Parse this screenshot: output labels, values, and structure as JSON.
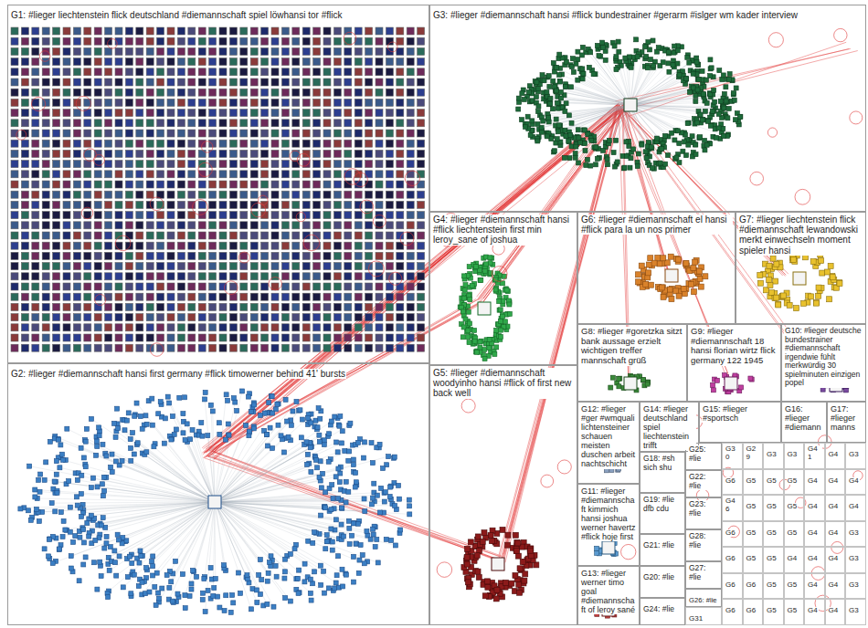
{
  "diagram": {
    "nodes": [
      {
        "text": [
          "G1: #lieger liechtenstein flick deutschland #diemannschaft spiel löwhansi tor #flick"
        ]
      },
      {
        "text": [
          "G2: #lieger #diemannschaft hansi first germany #flick timowerner behind 41' bursts"
        ]
      },
      {
        "text": [
          "G3: #lieger #diemannschaft hansi #flick bundestrainer #gerarm #islger wm kader interview"
        ]
      },
      {
        "text": [
          "G4: #lieger #diemannschaft hansi #flick liechtenstein first min leroy_sane of joshua"
        ]
      },
      {
        "text": [
          "G5: #lieger #diemannschaft woodyinho hansi #flick of first new back well"
        ]
      },
      {
        "text": [
          "G6: #lieger #diemannschaft el hansi #flick para la un nos primer"
        ]
      },
      {
        "text": [
          "G7: #lieger liechtenstein flick #diemannschaft lewandowski merkt einwechseln moment spieler hansi"
        ]
      },
      {
        "text": [
          "G8: #lieger #goretzka sitzt bank aussage erzielt wichtigen treffer mannschaft grüß"
        ]
      },
      {
        "text": [
          "G9: #lieger #diemannschaft 18 hansi florian wirtz flick germany 122 1945"
        ]
      },
      {
        "text": [
          "G10: #lieger deutsche bundestrainer #diemannschaft irgendwie fühlt merkwürdig 30 spielminuten einzigen popel"
        ]
      },
      {
        "text": [
          "G11: #lieger #diemannschaft kimmich hansi joshua werner havertz #flick hoje first"
        ]
      },
      {
        "text": [
          "G12: #lieger #ger #wmquali lichtensteiner schauen meisten duschen arbeit nachtschicht"
        ]
      },
      {
        "text": [
          "G13: #lieger werner timo goal #diemannschaft of leroy sané"
        ]
      },
      {
        "text": [
          "G14: #lieger deutschland spiel liechtenstein trifft"
        ]
      },
      {
        "text": [
          "G15: #lieger #sportsch"
        ]
      },
      {
        "text": [
          "G16: #lieger #diemann"
        ]
      },
      {
        "text": [
          "G17: #lieger manns"
        ]
      },
      {
        "text": [
          "G18: #sh sich shu"
        ]
      },
      {
        "text": [
          "G19: #lie dfb cdu"
        ]
      },
      {
        "text": [
          "G20: #lie"
        ]
      },
      {
        "text": [
          "G21: #lie"
        ]
      },
      {
        "text": [
          "G22: #lie"
        ]
      },
      {
        "text": [
          "G23: #lie"
        ]
      },
      {
        "text": [
          "G24: #lie"
        ]
      },
      {
        "text": [
          "G25: #lie"
        ]
      },
      {
        "text": [
          "G26: #lie"
        ]
      },
      {
        "text": [
          "G27: #lie"
        ]
      },
      {
        "text": [
          "G28: #lie"
        ]
      },
      {
        "text": [
          "G29"
        ]
      },
      {
        "text": [
          "G30"
        ]
      },
      {
        "text": [
          "G31"
        ]
      },
      {
        "text": [
          "G3"
        ]
      },
      {
        "text": [
          "G3"
        ]
      },
      {
        "text": [
          "G41"
        ]
      },
      {
        "text": [
          "G4"
        ]
      },
      {
        "text": [
          "G3"
        ]
      },
      {
        "text": [
          "G6"
        ]
      },
      {
        "text": [
          "G5"
        ]
      },
      {
        "text": [
          "G5"
        ]
      },
      {
        "text": [
          "G5"
        ]
      },
      {
        "text": [
          "G4"
        ]
      },
      {
        "text": [
          "G4"
        ]
      },
      {
        "text": [
          "G4"
        ]
      },
      {
        "text": [
          "G46"
        ]
      },
      {
        "text": [
          "G5"
        ]
      },
      {
        "text": [
          "G5"
        ]
      },
      {
        "text": [
          "G5"
        ]
      },
      {
        "text": [
          "G4"
        ]
      },
      {
        "text": [
          "G4"
        ]
      },
      {
        "text": [
          "G4"
        ]
      },
      {
        "text": [
          "G6"
        ]
      },
      {
        "text": [
          "G5"
        ]
      },
      {
        "text": [
          "G5"
        ]
      },
      {
        "text": [
          "G5"
        ]
      },
      {
        "text": [
          "G4"
        ]
      },
      {
        "text": [
          "G4"
        ]
      },
      {
        "text": [
          "G3"
        ]
      },
      {
        "text": [
          "G6"
        ]
      },
      {
        "text": [
          "G5"
        ]
      },
      {
        "text": [
          "G5"
        ]
      },
      {
        "text": [
          "G4"
        ]
      },
      {
        "text": [
          "G4"
        ]
      },
      {
        "text": [
          "G4"
        ]
      },
      {
        "text": [
          "G3"
        ]
      },
      {
        "text": [
          "G6"
        ]
      },
      {
        "text": [
          "G6"
        ]
      },
      {
        "text": [
          "G5"
        ]
      },
      {
        "text": [
          "G5"
        ]
      },
      {
        "text": [
          "G4"
        ]
      },
      {
        "text": [
          "G4"
        ]
      },
      {
        "text": [
          "G3"
        ]
      },
      {
        "text": [
          "G6"
        ]
      },
      {
        "text": [
          "G6"
        ]
      },
      {
        "text": [
          "G5"
        ]
      },
      {
        "text": [
          "G5"
        ]
      },
      {
        "text": [
          "G4"
        ]
      },
      {
        "text": [
          "G4"
        ]
      },
      {
        "text": [
          "G3"
        ]
      }
    ]
  }
}
